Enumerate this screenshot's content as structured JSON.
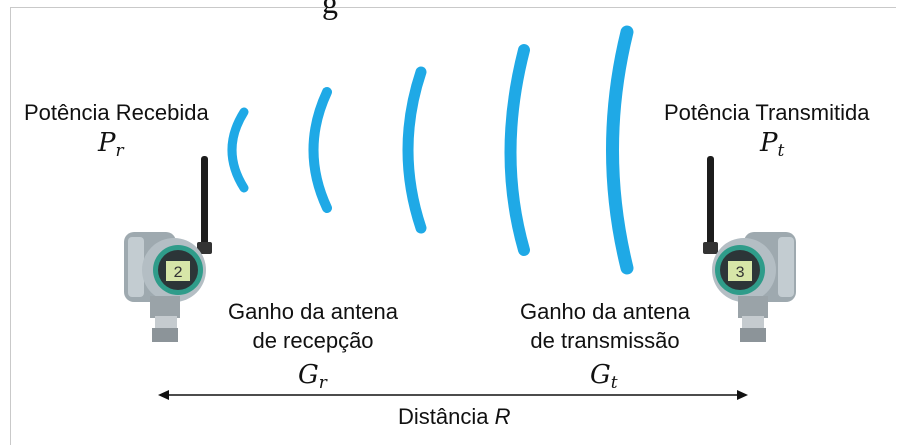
{
  "top_fragment": "g",
  "received_power": {
    "label": "Potência Recebida",
    "symbol": "P",
    "subscript": "r"
  },
  "transmitted_power": {
    "label": "Potência Transmitida",
    "symbol": "P",
    "subscript": "t"
  },
  "receive_gain": {
    "line1": "Ganho da antena",
    "line2": "de recepção",
    "symbol": "G",
    "subscript": "r"
  },
  "transmit_gain": {
    "line1": "Ganho da antena",
    "line2": "de transmissão",
    "symbol": "G",
    "subscript": "t"
  },
  "distance": {
    "label": "Distância",
    "symbol": "R"
  },
  "receiver_display": "2",
  "transmitter_display": "3",
  "colors": {
    "wave": "#1fa9e6",
    "device_body": "#a8b3b9",
    "display": "#d7e6a8",
    "text": "#111111"
  }
}
